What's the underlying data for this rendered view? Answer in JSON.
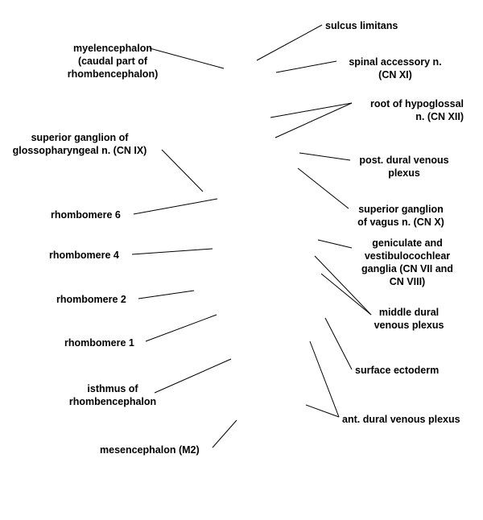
{
  "labels": [
    {
      "id": "sulcus-limitans",
      "lines": [
        "sulcus limitans"
      ]
    },
    {
      "id": "myelencephalon",
      "lines": [
        "myelencephalon",
        "(caudal part of",
        "rhombencephalon)"
      ]
    },
    {
      "id": "spinal-accessory",
      "lines": [
        "spinal accessory n.",
        "(CN XI)"
      ]
    },
    {
      "id": "root-hypoglossal",
      "lines": [
        "root of hypoglossal",
        "n. (CN XII)"
      ]
    },
    {
      "id": "superior-ganglion-glosso",
      "lines": [
        "superior ganglion of",
        "glossopharyngeal n. (CN IX)"
      ]
    },
    {
      "id": "post-dural",
      "lines": [
        "post. dural venous",
        "plexus"
      ]
    },
    {
      "id": "superior-ganglion-vagus",
      "lines": [
        "superior ganglion",
        "of vagus n. (CN X)"
      ]
    },
    {
      "id": "rhombomere-6",
      "lines": [
        "rhombomere 6"
      ]
    },
    {
      "id": "geniculate",
      "lines": [
        "geniculate and",
        "vestibulocochlear",
        "ganglia (CN VII and",
        "CN VIII)"
      ]
    },
    {
      "id": "rhombomere-4",
      "lines": [
        "rhombomere 4"
      ]
    },
    {
      "id": "rhombomere-2",
      "lines": [
        "rhombomere 2"
      ]
    },
    {
      "id": "middle-dural",
      "lines": [
        "middle dural",
        "venous plexus"
      ]
    },
    {
      "id": "rhombomere-1",
      "lines": [
        "rhombomere 1"
      ]
    },
    {
      "id": "surface-ectoderm",
      "lines": [
        "surface ectoderm"
      ]
    },
    {
      "id": "isthmus",
      "lines": [
        "isthmus of",
        "rhombencephalon"
      ]
    },
    {
      "id": "ant-dural",
      "lines": [
        "ant. dural venous plexus"
      ]
    },
    {
      "id": "mesencephalon",
      "lines": [
        "mesencephalon (M2)"
      ]
    }
  ]
}
